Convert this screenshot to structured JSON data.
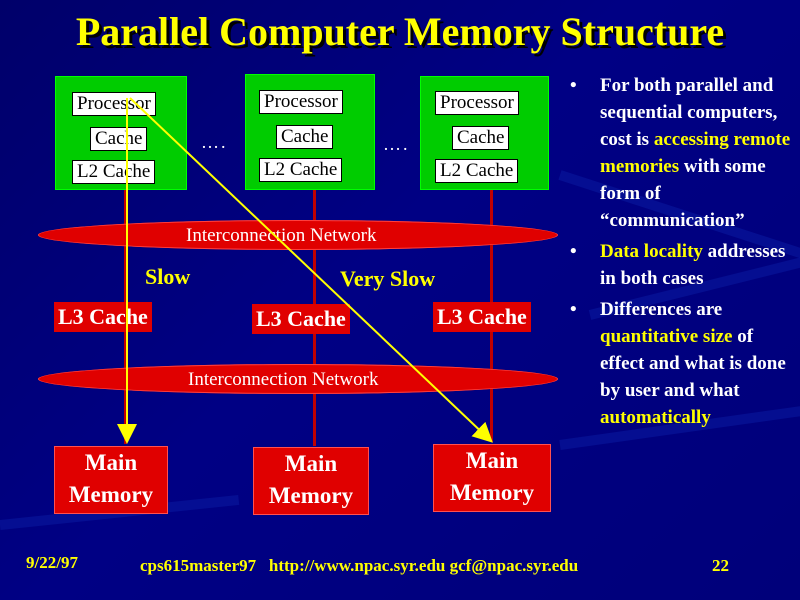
{
  "slide": {
    "title": "Parallel Computer Memory Structure",
    "colors": {
      "background": "#000084",
      "title": "#ffff00",
      "processor": "#00cc00",
      "memory": "#e00000",
      "highlight": "#ffff00"
    }
  },
  "diagram": {
    "processors": [
      {
        "processor": "Processor",
        "cache": "Cache",
        "l2": "L2 Cache"
      },
      {
        "processor": "Processor",
        "cache": "Cache",
        "l2": "L2 Cache"
      },
      {
        "processor": "Processor",
        "cache": "Cache",
        "l2": "L2 Cache"
      }
    ],
    "ellipsis": "….",
    "network_top": "Interconnection Network",
    "network_bottom": "Interconnection Network",
    "slow": "Slow",
    "very_slow": "Very Slow",
    "l3": [
      "L3 Cache",
      "L3 Cache",
      "L3 Cache"
    ],
    "memories": [
      {
        "line1": "Main",
        "line2": "Memory"
      },
      {
        "line1": "Main",
        "line2": "Memory"
      },
      {
        "line1": "Main",
        "line2": "Memory"
      }
    ]
  },
  "bullets": [
    {
      "segments": [
        {
          "text": "For both parallel and sequential computers, cost is ",
          "hl": false
        },
        {
          "text": "accessing remote memories",
          "hl": true
        },
        {
          "text": " with some form of “communication”",
          "hl": false
        }
      ]
    },
    {
      "segments": [
        {
          "text": "Data locality",
          "hl": true
        },
        {
          "text": " addresses in both cases",
          "hl": false
        }
      ]
    },
    {
      "segments": [
        {
          "text": "Differences are ",
          "hl": false
        },
        {
          "text": "quantitative size",
          "hl": true
        },
        {
          "text": " of effect and what is done by user and what ",
          "hl": false
        },
        {
          "text": "automatically",
          "hl": true
        }
      ]
    }
  ],
  "footer": {
    "date": "9/22/97",
    "center": "cps615master97   http://www.npac.syr.edu gcf@npac.syr.edu",
    "page": "22"
  }
}
